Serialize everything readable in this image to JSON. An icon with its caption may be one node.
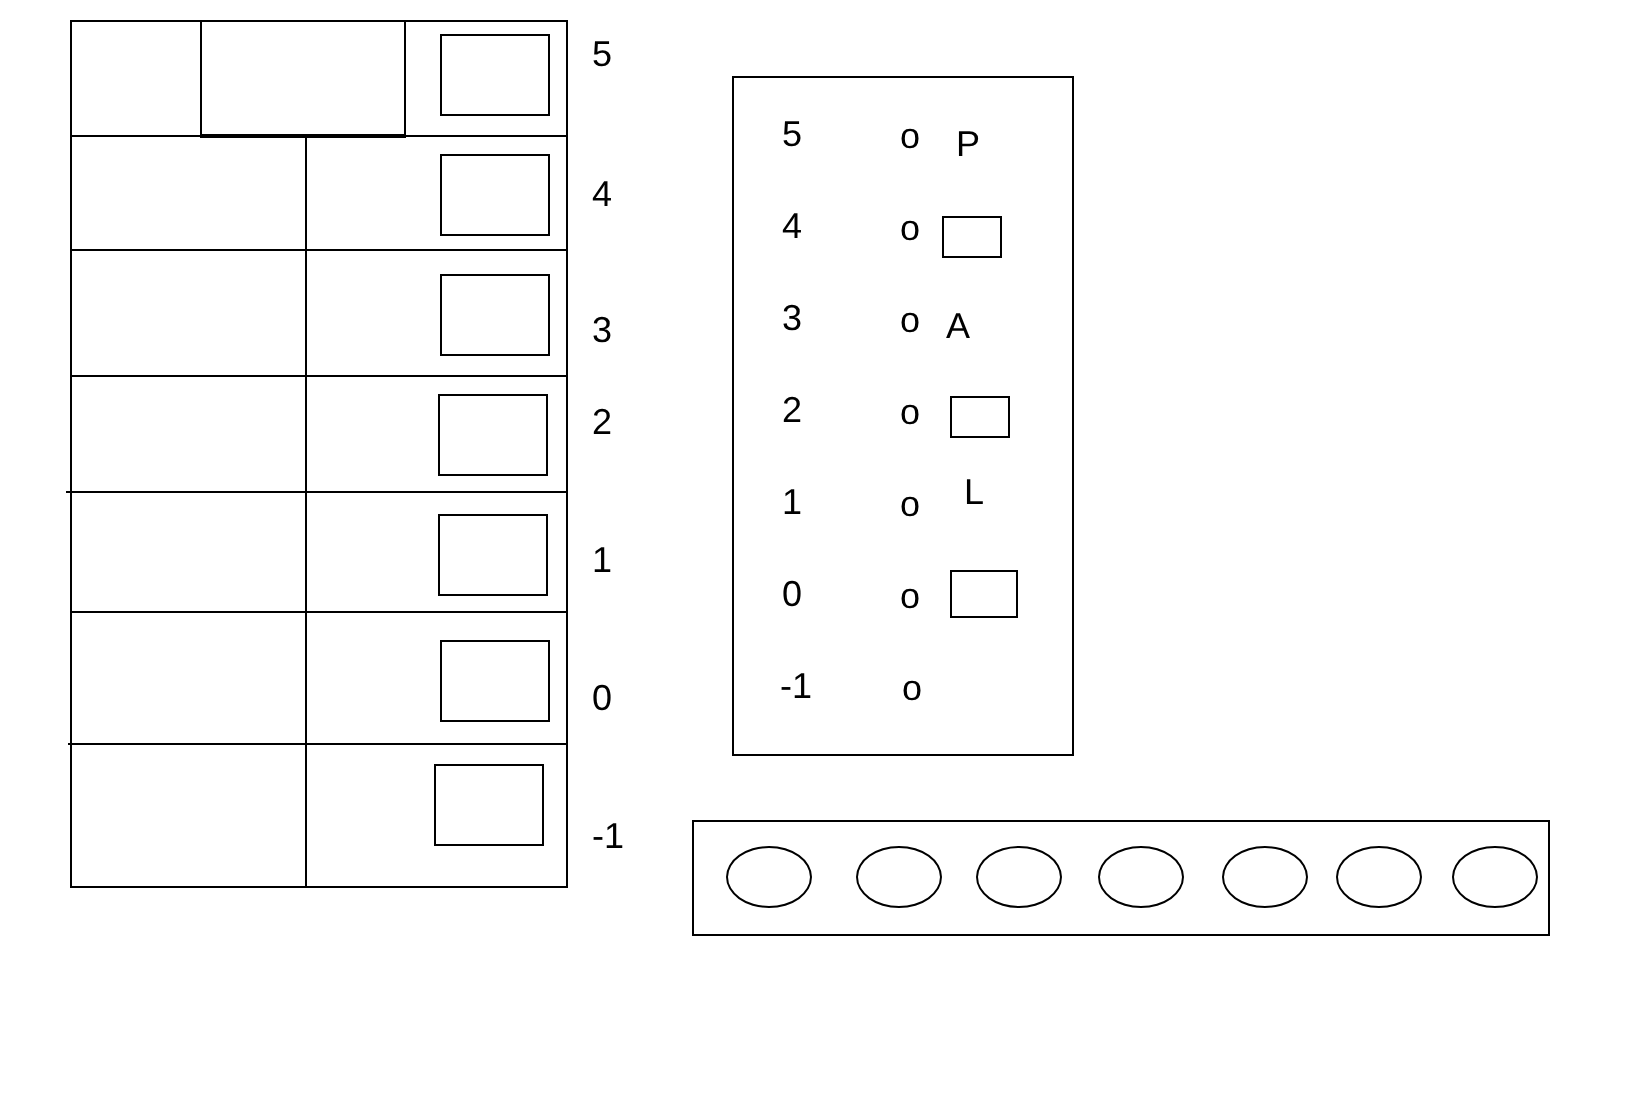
{
  "diagram": {
    "nodes": [
      {
        "text": [],
        "shape": "box"
      },
      {
        "text": [],
        "shape": "box",
        "in": 0
      },
      {
        "text": [],
        "shape": "box",
        "in": 0
      },
      {
        "text": [],
        "shape": "box",
        "in": 0
      },
      {
        "text": [],
        "shape": "box",
        "in": 0
      },
      {
        "text": [],
        "shape": "box",
        "in": 0
      },
      {
        "text": [],
        "shape": "box",
        "in": 0
      },
      {
        "text": [],
        "shape": "box",
        "in": 0
      },
      {
        "text": [],
        "shape": "box",
        "in": 0
      },
      {
        "text": [],
        "shape": "box"
      },
      {
        "text": [],
        "shape": "box",
        "in": 9
      },
      {
        "text": [],
        "shape": "box",
        "in": 9
      },
      {
        "text": [],
        "shape": "box",
        "in": 9
      },
      {
        "text": [],
        "shape": "box"
      },
      {
        "text": [],
        "shape": "circle",
        "in": 13
      },
      {
        "text": [],
        "shape": "circle",
        "in": 13
      },
      {
        "text": [],
        "shape": "circle",
        "in": 13
      },
      {
        "text": [],
        "shape": "circle",
        "in": 13
      },
      {
        "text": [],
        "shape": "circle",
        "in": 13
      },
      {
        "text": [],
        "shape": "circle",
        "in": 13
      },
      {
        "text": [],
        "shape": "circle",
        "in": 13
      }
    ],
    "labels": [
      "5",
      "4",
      "3",
      "2",
      "1",
      "0",
      "-1",
      "5",
      "o",
      "P",
      "4",
      "o",
      "3",
      "o",
      "A",
      "2",
      "o",
      "1",
      "o",
      "L",
      "0",
      "o",
      "-1",
      "o"
    ]
  }
}
